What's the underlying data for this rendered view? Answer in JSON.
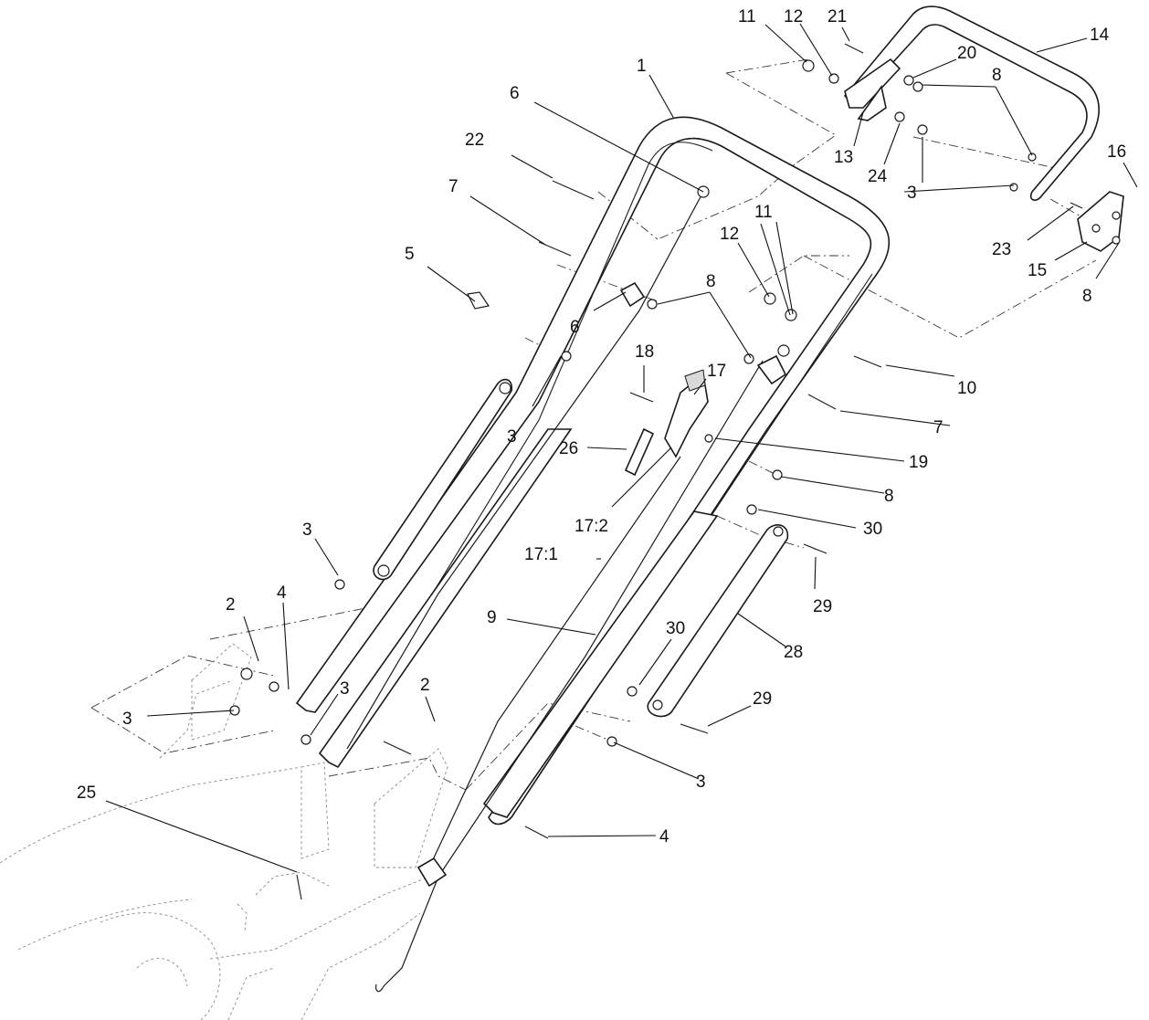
{
  "diagram": {
    "callouts": [
      {
        "id": "c1",
        "text": "1"
      },
      {
        "id": "c2a",
        "text": "2"
      },
      {
        "id": "c2b",
        "text": "2"
      },
      {
        "id": "c3a",
        "text": "3"
      },
      {
        "id": "c3b",
        "text": "3"
      },
      {
        "id": "c3c",
        "text": "3"
      },
      {
        "id": "c3d",
        "text": "3"
      },
      {
        "id": "c3e",
        "text": "3"
      },
      {
        "id": "c3f",
        "text": "3"
      },
      {
        "id": "c4a",
        "text": "4"
      },
      {
        "id": "c4b",
        "text": "4"
      },
      {
        "id": "c5",
        "text": "5"
      },
      {
        "id": "c6a",
        "text": "6"
      },
      {
        "id": "c6b",
        "text": "6"
      },
      {
        "id": "c7a",
        "text": "7"
      },
      {
        "id": "c7b",
        "text": "7"
      },
      {
        "id": "c8a",
        "text": "8"
      },
      {
        "id": "c8b",
        "text": "8"
      },
      {
        "id": "c8c",
        "text": "8"
      },
      {
        "id": "c8d",
        "text": "8"
      },
      {
        "id": "c9",
        "text": "9"
      },
      {
        "id": "c10",
        "text": "10"
      },
      {
        "id": "c11a",
        "text": "11"
      },
      {
        "id": "c11b",
        "text": "11"
      },
      {
        "id": "c12a",
        "text": "12"
      },
      {
        "id": "c12b",
        "text": "12"
      },
      {
        "id": "c13",
        "text": "13"
      },
      {
        "id": "c14",
        "text": "14"
      },
      {
        "id": "c15",
        "text": "15"
      },
      {
        "id": "c16",
        "text": "16"
      },
      {
        "id": "c17",
        "text": "17"
      },
      {
        "id": "c17_1",
        "text": "17:1"
      },
      {
        "id": "c17_2",
        "text": "17:2"
      },
      {
        "id": "c18",
        "text": "18"
      },
      {
        "id": "c19",
        "text": "19"
      },
      {
        "id": "c20",
        "text": "20"
      },
      {
        "id": "c21",
        "text": "21"
      },
      {
        "id": "c22",
        "text": "22"
      },
      {
        "id": "c23",
        "text": "23"
      },
      {
        "id": "c24",
        "text": "24"
      },
      {
        "id": "c25",
        "text": "25"
      },
      {
        "id": "c26",
        "text": "26"
      },
      {
        "id": "c28",
        "text": "28"
      },
      {
        "id": "c29a",
        "text": "29"
      },
      {
        "id": "c29b",
        "text": "29"
      },
      {
        "id": "c30a",
        "text": "30"
      },
      {
        "id": "c30b",
        "text": "30"
      }
    ]
  }
}
